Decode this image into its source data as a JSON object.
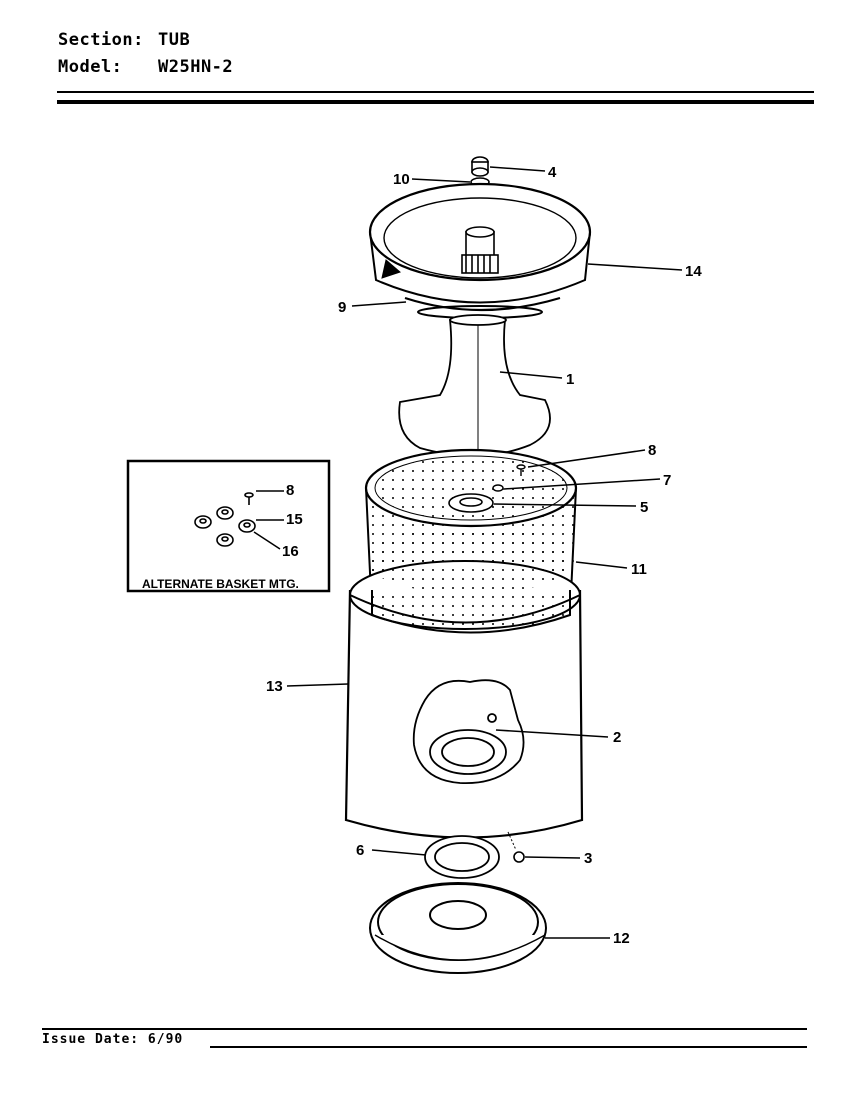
{
  "header": {
    "section_key": "Section:",
    "section_value": "TUB",
    "model_key": "Model:",
    "model_value": "W25HN-2"
  },
  "inset": {
    "caption": "ALTERNATE BASKET MTG."
  },
  "callouts": {
    "c1": "1",
    "c2": "2",
    "c3": "3",
    "c4": "4",
    "c5": "5",
    "c6": "6",
    "c7": "7",
    "c8": "8",
    "c9": "9",
    "c10": "10",
    "c11": "11",
    "c12": "12",
    "c13": "13",
    "c14": "14",
    "inset8": "8",
    "inset15": "15",
    "inset16": "16"
  },
  "footer": {
    "issue_date": "Issue Date: 6/90"
  }
}
